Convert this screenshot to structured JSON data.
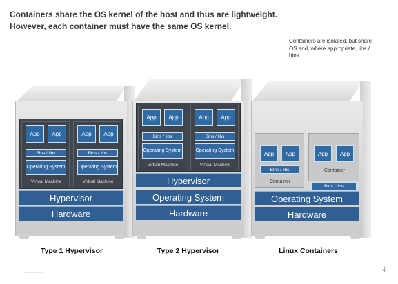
{
  "headline": {
    "line1": "Containers share the OS kernel of the host and thus are lightweight.",
    "line2": "However, each container must have the same OS kernel."
  },
  "note": "Containers are isolated, but share OS and, where appropriate, libs / bins.",
  "labels": {
    "app": "App",
    "bins": "Bins / libs",
    "os": "Operating System",
    "vm": "Virtual Machine",
    "container": "Container",
    "hypervisor": "Hypervisor",
    "operating_system": "Operating System",
    "hardware": "Hardware"
  },
  "captions": {
    "type1": "Type 1 Hypervisor",
    "type2": "Type 2 Hypervisor",
    "linux": "Linux Containers"
  },
  "page_number": "4"
}
